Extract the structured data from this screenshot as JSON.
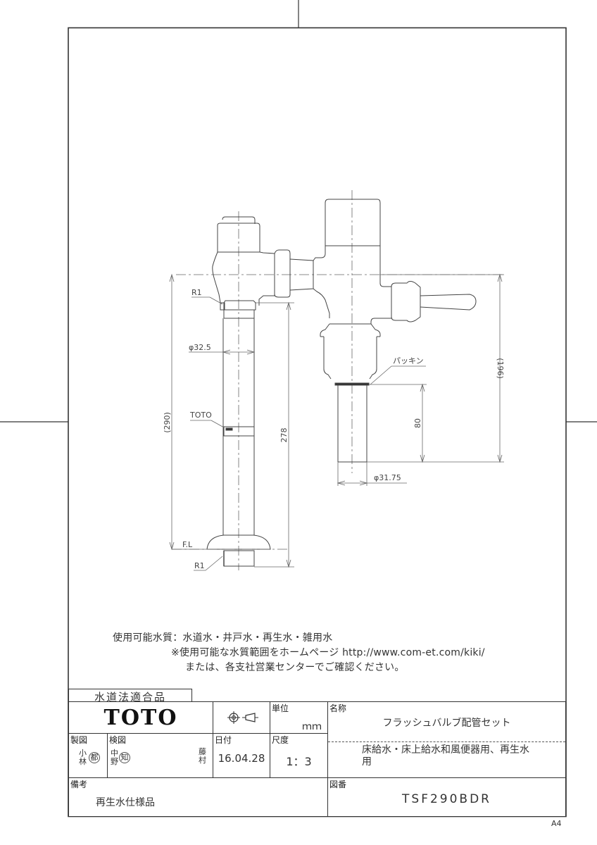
{
  "drawing": {
    "dimensions": {
      "r1_top": "R1",
      "pipe_diameter": "φ32.5",
      "brand_mark_label": "TOTO",
      "overall_height": "(290)",
      "pipe_length": "278",
      "floor_line": "F.L",
      "r1_bottom": "R1",
      "packing_label": "パッキン",
      "outlet_length": "80",
      "outlet_diameter": "φ31.75",
      "valve_height": "(196)"
    }
  },
  "notes": {
    "water_quality_label": "使用可能水質：",
    "water_quality_value": "水道水・井戸水・再生水・雑用水",
    "line2": "※使用可能な水質範囲をホームページ http://www.com-et.com/kiki/",
    "line3": "または、各支社営業センターでご確認ください。"
  },
  "title_block": {
    "compliance": "水道法適合品",
    "brand": "TOTO",
    "projection_symbol": "third-angle-projection-icon",
    "unit_label": "単位",
    "unit_value": "ｍｍ",
    "name_label": "名称",
    "name_value": "フラッシュバルブ配管セット",
    "description": "床給水・床上給水和風便器用、再生水用",
    "drafted_label": "製図",
    "drafted_by_1": "小林",
    "drafted_seal": "都",
    "checked_label": "検図",
    "checked_by_1": "中野",
    "checked_seal": "知",
    "approved_by": "藤村",
    "date_label": "日付",
    "date_value": "16.04.28",
    "scale_label": "尺度",
    "scale_value": "1：3",
    "remarks_label": "備考",
    "remarks_value": "再生水仕様品",
    "drawing_no_label": "図番",
    "drawing_no_value": "TSF290BDR"
  },
  "paper_size": "A4"
}
